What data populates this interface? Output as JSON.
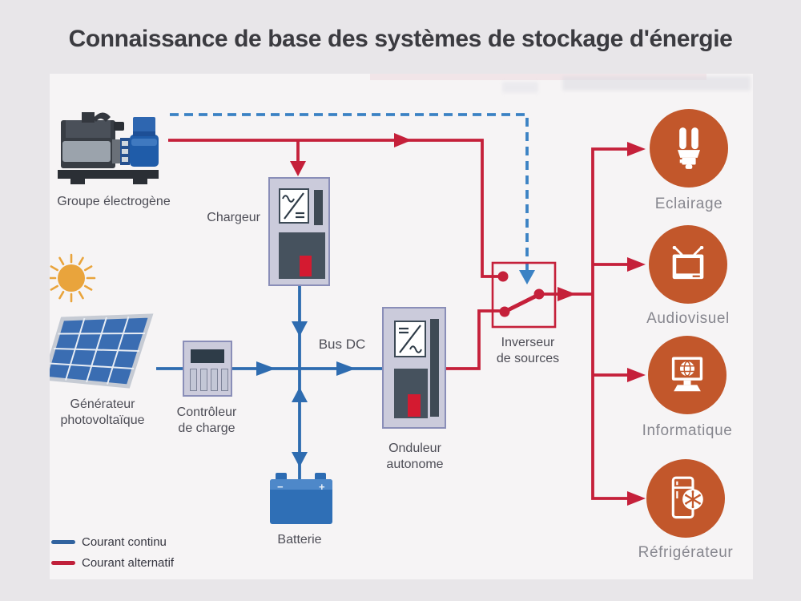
{
  "title": "Connaissance de base des systèmes de stockage d'énergie",
  "diagram": {
    "components": {
      "generator": {
        "label": "Groupe électrogène",
        "icon": "generator-icon"
      },
      "charger": {
        "label": "Chargeur",
        "icon": "ac-dc-converter-icon"
      },
      "sun": {
        "icon": "sun-icon"
      },
      "pv": {
        "label_line1": "Générateur",
        "label_line2": "photovoltaïque",
        "icon": "solar-panel-icon"
      },
      "controller": {
        "label_line1": "Contrôleur",
        "label_line2": "de charge",
        "icon": "charge-controller-icon"
      },
      "bus": {
        "label": "Bus DC"
      },
      "inverter": {
        "label_line1": "Onduleur",
        "label_line2": "autonome",
        "icon": "dc-ac-inverter-icon"
      },
      "battery": {
        "label": "Batterie",
        "icon": "battery-icon"
      },
      "source_switch": {
        "label_line1": "Inverseur",
        "label_line2": "de sources",
        "icon": "transfer-switch-icon"
      }
    },
    "loads": [
      {
        "id": "lighting",
        "label": "Eclairage",
        "icon": "cfl-bulb-icon"
      },
      {
        "id": "audiovisual",
        "label": "Audiovisuel",
        "icon": "tv-icon"
      },
      {
        "id": "computing",
        "label": "Informatique",
        "icon": "computer-icon"
      },
      {
        "id": "refrigerator",
        "label": "Réfrigérateur",
        "icon": "fridge-icon"
      }
    ],
    "legend": [
      {
        "label": "Courant continu",
        "style": "solid",
        "color": "#31639f"
      },
      {
        "label": "Courant alternatif",
        "style": "solid",
        "color": "#c0203a"
      }
    ],
    "colors": {
      "dc_line": "#2e6cb0",
      "ac_line": "#c5203a",
      "control_line_dashed": "#3b82c4",
      "load_circle": "#c2572b",
      "equipment_box_fill": "#cbcbdb",
      "equipment_box_border": "#8a8eb8",
      "background": "#f6f4f5",
      "page_background": "#e8e6e9"
    }
  }
}
